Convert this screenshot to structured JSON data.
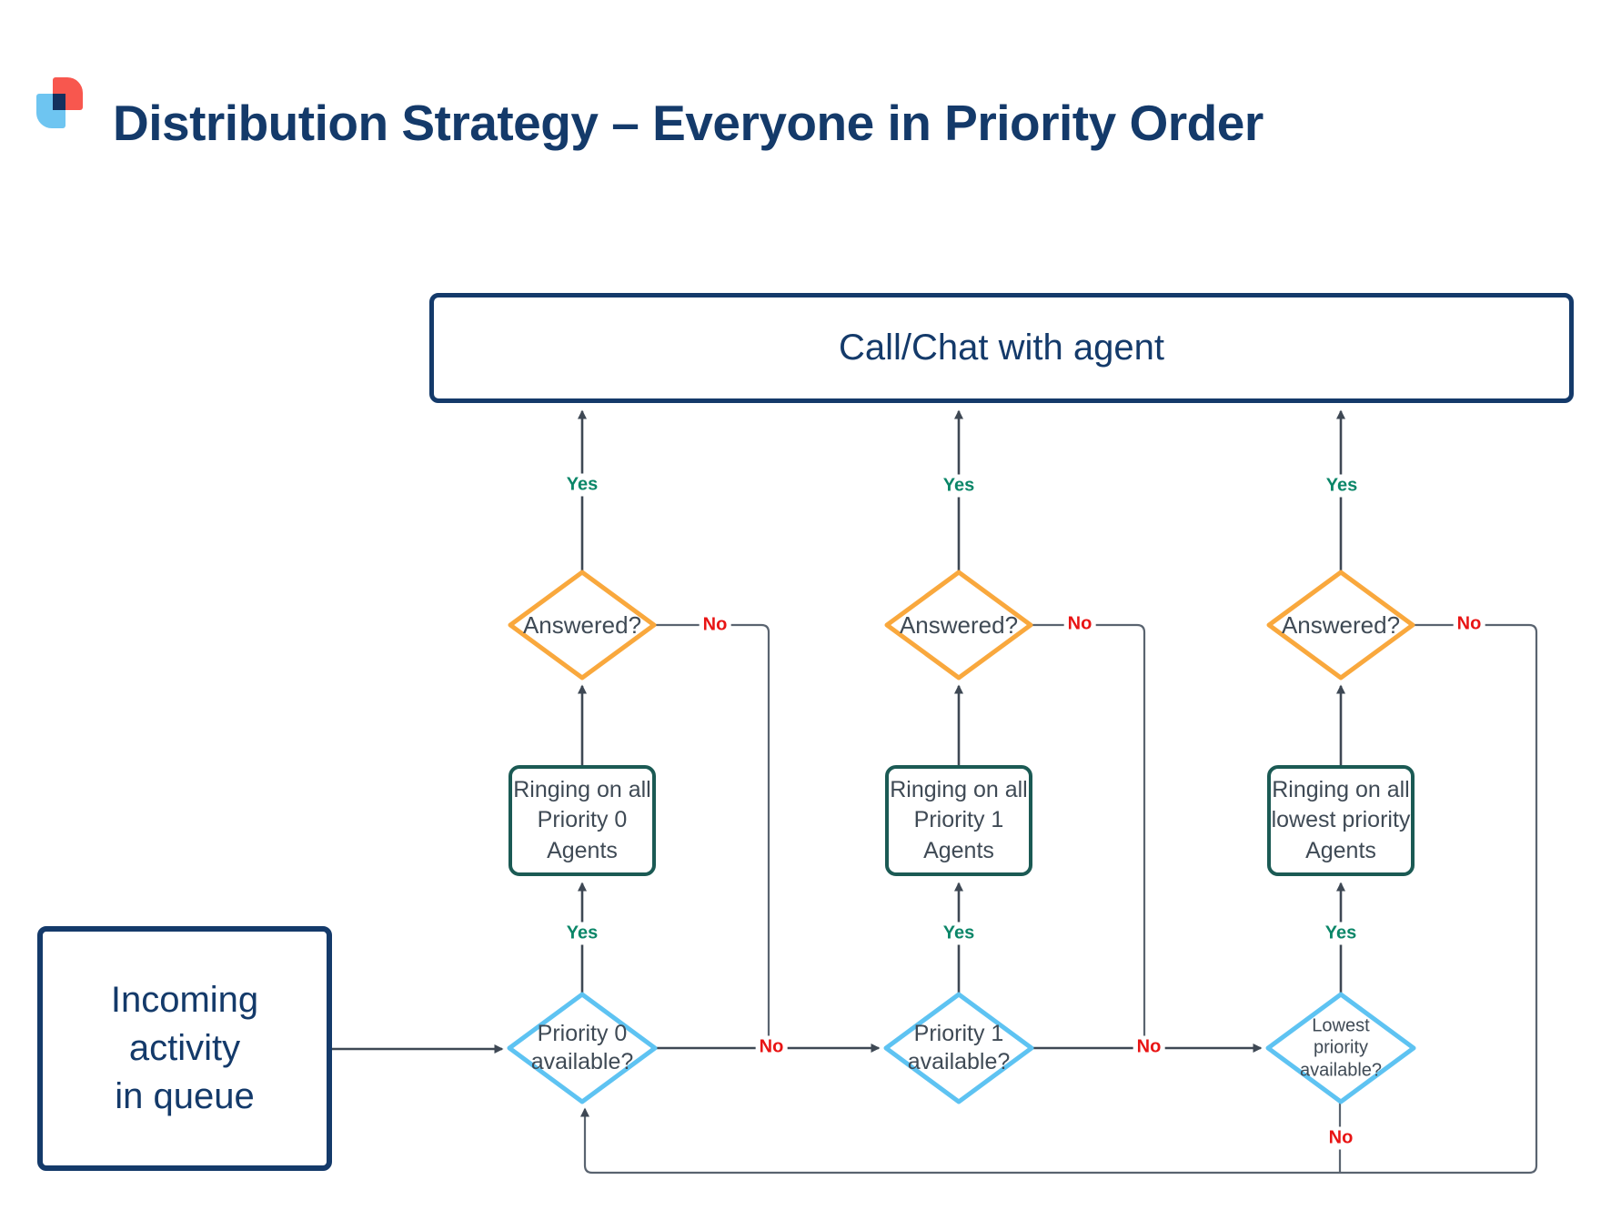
{
  "title": "Distribution Strategy – Everyone in Priority Order",
  "labels": {
    "yes": "Yes",
    "no": "No"
  },
  "nodes": {
    "call_chat": {
      "label": "Call/Chat with agent"
    },
    "incoming": {
      "lines": [
        "Incoming",
        "activity",
        "in queue"
      ]
    },
    "columns": [
      {
        "answered": "Answered?",
        "ringing": [
          "Ringing on all",
          "Priority 0",
          "Agents"
        ],
        "available": [
          "Priority 0",
          "available?"
        ]
      },
      {
        "answered": "Answered?",
        "ringing": [
          "Ringing on all",
          "Priority 1",
          "Agents"
        ],
        "available": [
          "Priority 1",
          "available?"
        ]
      },
      {
        "answered": "Answered?",
        "ringing": [
          "Ringing on all",
          "lowest priority",
          "Agents"
        ],
        "available": [
          "Lowest",
          "priority",
          "available?"
        ]
      }
    ]
  },
  "colors": {
    "navy": "#143a6a",
    "slate_text": "#3f4a55",
    "line": "#3e4854",
    "loop_line": "#5a6470",
    "green_yes": "#0b8668",
    "red_no": "#e81414",
    "orange_diamond": "#f9a83d",
    "blue_diamond": "#5ec3f2",
    "teal_box": "#1b5a54",
    "logo_red": "#f8574e",
    "logo_blue": "#6ec5f1",
    "logo_navy": "#14305e",
    "background": "#ffffff"
  }
}
